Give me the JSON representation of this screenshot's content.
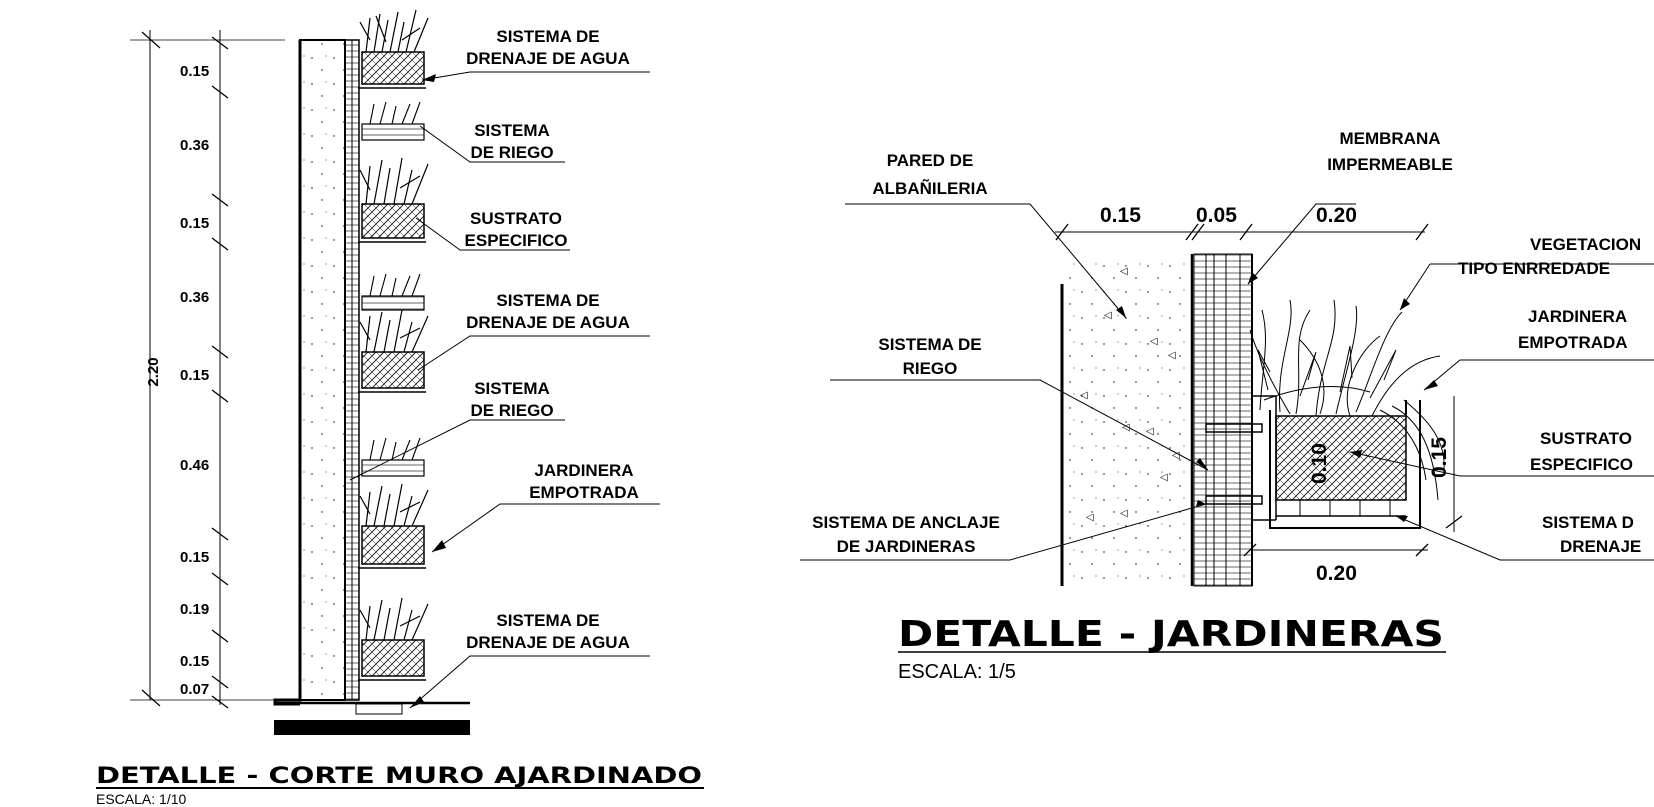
{
  "left_detail": {
    "title": "DETALLE - CORTE MURO AJARDINADO",
    "scale": "ESCALA: 1/10",
    "total_height": "2.20",
    "dimensions": [
      "0.15",
      "0.36",
      "0.15",
      "0.36",
      "0.15",
      "0.46",
      "0.15",
      "0.19",
      "0.15",
      "0.07"
    ],
    "labels": {
      "drainage_1a": "SISTEMA DE",
      "drainage_1b": "DRENAJE DE AGUA",
      "irrigation_1a": "SISTEMA",
      "irrigation_1b": "DE RIEGO",
      "substrate_a": "SUSTRATO",
      "substrate_b": "ESPECIFICO",
      "drainage_2a": "SISTEMA DE",
      "drainage_2b": "DRENAJE DE AGUA",
      "irrigation_2a": "SISTEMA",
      "irrigation_2b": "DE RIEGO",
      "planter_a": "JARDINERA",
      "planter_b": "EMPOTRADA",
      "drainage_3a": "SISTEMA DE",
      "drainage_3b": "DRENAJE DE AGUA"
    }
  },
  "right_detail": {
    "title": "DETALLE - JARDINERAS",
    "scale": "ESCALA: 1/5",
    "dimensions": {
      "wall": "0.15",
      "membrane": "0.05",
      "planter_top": "0.20",
      "planter_bottom": "0.20",
      "planter_depth": "0.10",
      "planter_height": "0.15"
    },
    "labels": {
      "wall_a": "PARED DE",
      "wall_b": "ALBAÑILERIA",
      "membrane_a": "MEMBRANA",
      "membrane_b": "IMPERMEABLE",
      "vegetation_a": "VEGETACION",
      "vegetation_b": "TIPO ENRREDADE",
      "planter_a": "JARDINERA",
      "planter_b": "EMPOTRADA",
      "irrigation_a": "SISTEMA DE",
      "irrigation_b": "RIEGO",
      "substrate_a": "SUSTRATO",
      "substrate_b": "ESPECIFICO",
      "anchor_a": "SISTEMA DE ANCLAJE",
      "anchor_b": "DE JARDINERAS",
      "drainage_a": "SISTEMA D",
      "drainage_b": "DRENAJE"
    }
  }
}
